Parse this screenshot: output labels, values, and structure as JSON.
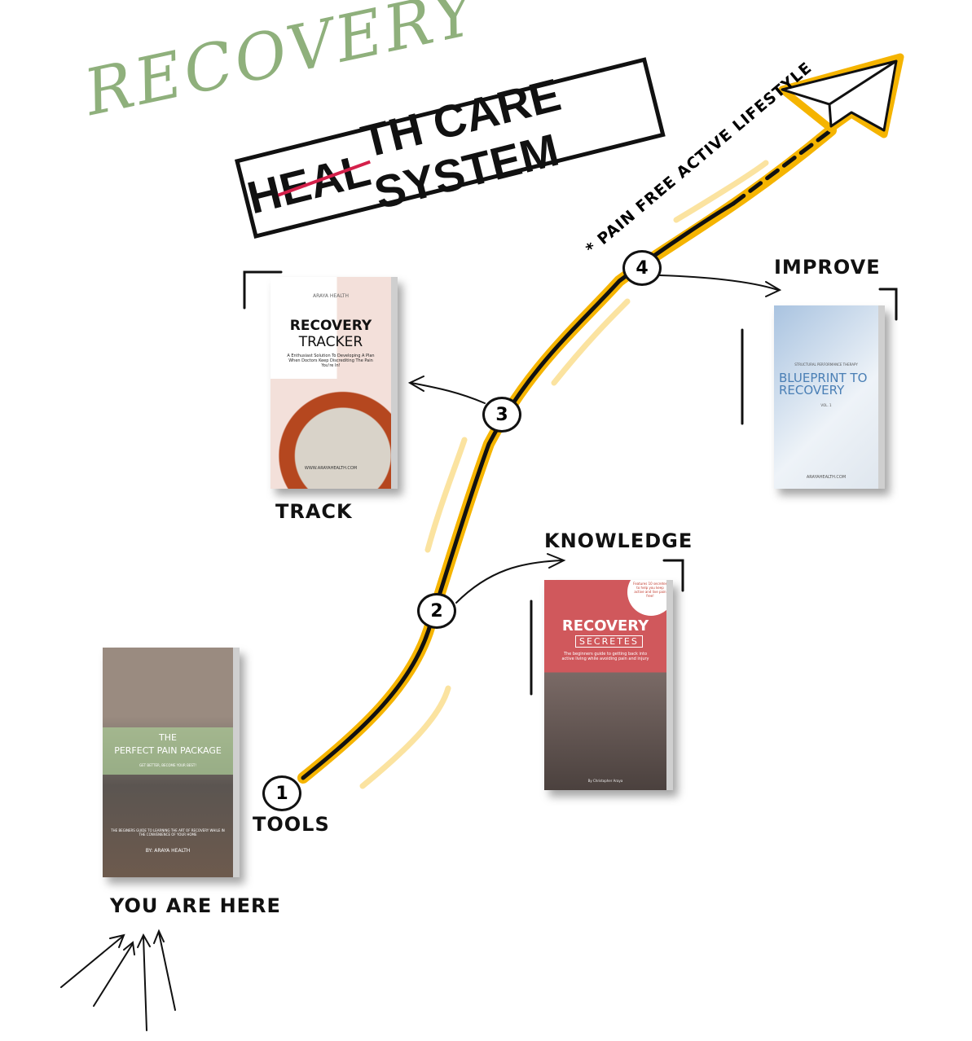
{
  "header": {
    "script_word": "RECOVERY",
    "title_struck": "EAL",
    "title_pre": "H",
    "title_post": "TH CARE SYSTEM"
  },
  "tagline": "* PAIN FREE ACTIVE LIFESTYLE",
  "steps": [
    {
      "number": "1",
      "label": "TOOLS"
    },
    {
      "number": "2",
      "label": "KNOWLEDGE"
    },
    {
      "number": "3",
      "label": "TRACK"
    },
    {
      "number": "4",
      "label": "IMPROVE"
    }
  ],
  "you_are_here": "YOU ARE HERE",
  "books": {
    "tools": {
      "title1": "THE",
      "title2": "PERFECT PAIN PACKAGE",
      "subtitle": "GET BETTER, BECOME YOUR BEST!",
      "blurb": "THE BEGINERS GUIDE TO LEARNING THE ART OF RECOVERY WHILE IN THE CONVENIENCE OF YOUR HOME",
      "author": "BY: ARAYA HEALTH"
    },
    "knowledge": {
      "badge": "Features 10 secretes to help you keep active and live pain free!",
      "title1": "RECOVERY",
      "title2": "SECRETES",
      "subtitle": "The beginners guide to getting back into active living while avoiding pain and injury",
      "author": "By Christopher Araya"
    },
    "track": {
      "brand": "ARAYA HEALTH",
      "title1": "RECOVERY",
      "title2": "TRACKER",
      "subtitle": "A Enthusiast Solution To Developing A Plan When Doctors Keep Discrediting The Pain You're In!",
      "url": "WWW.ARAYAHEALTH.COM"
    },
    "improve": {
      "kicker": "STRUCTURAL PERFORMANCE THERAPY",
      "title1": "BLUEPRINT TO",
      "title2": "RECOVERY",
      "vol": "VOL. 1",
      "url": "ARAYAHEALTH.COM"
    }
  },
  "colors": {
    "path_highlight": "#f5b400",
    "script_green": "#8fb07c",
    "strike_red": "#d4204a"
  }
}
